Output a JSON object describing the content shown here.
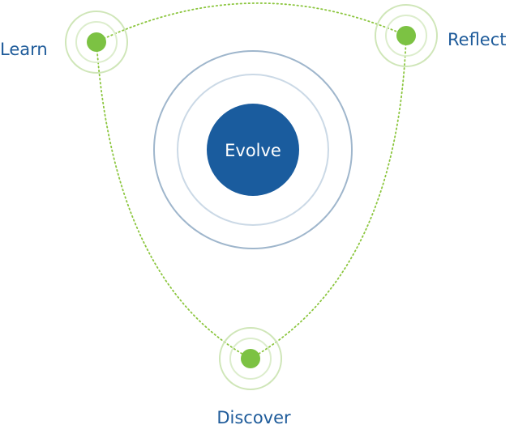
{
  "center": {
    "label": "Evolve"
  },
  "nodes": [
    {
      "id": "learn",
      "label": "Learn"
    },
    {
      "id": "reflect",
      "label": "Reflect"
    },
    {
      "id": "discover",
      "label": "Discover"
    }
  ],
  "colors": {
    "center_fill": "#1a5c9e",
    "center_ring_outer": "#9fb6cc",
    "center_ring_inner": "#cbd9e6",
    "node_fill": "#7cc243",
    "node_ring": "#cfe6b8",
    "connector": "#8cc63f",
    "label": "#1e5b9a"
  }
}
